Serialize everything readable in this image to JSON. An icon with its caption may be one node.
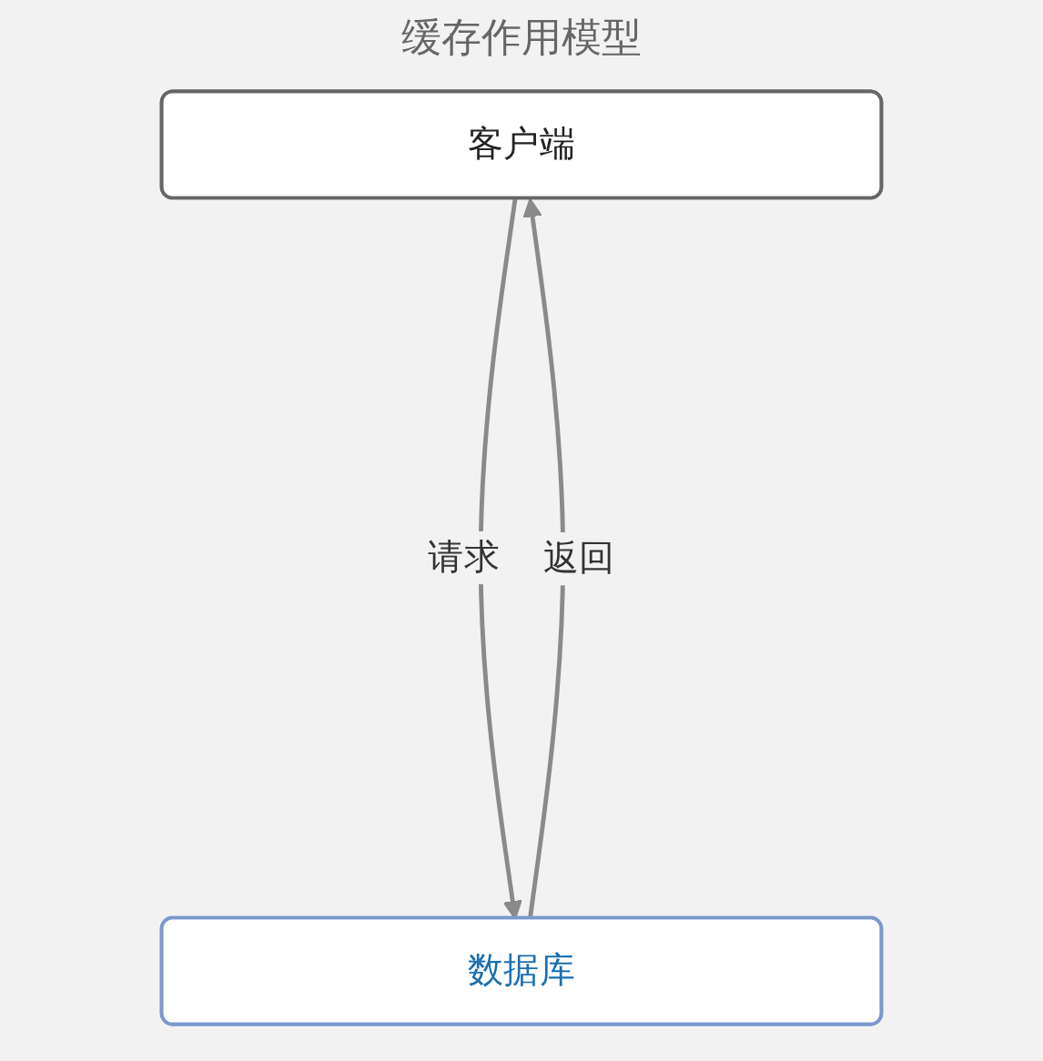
{
  "diagram": {
    "title": "缓存作用模型",
    "nodes": [
      {
        "text": [
          "客户端"
        ]
      },
      {
        "text": [
          "数据库"
        ]
      }
    ],
    "edges": [
      {
        "from": 0,
        "to": 1,
        "arrow": "to",
        "label": "请求"
      },
      {
        "from": 1,
        "to": 0,
        "arrow": "to",
        "label": "返回"
      }
    ]
  }
}
